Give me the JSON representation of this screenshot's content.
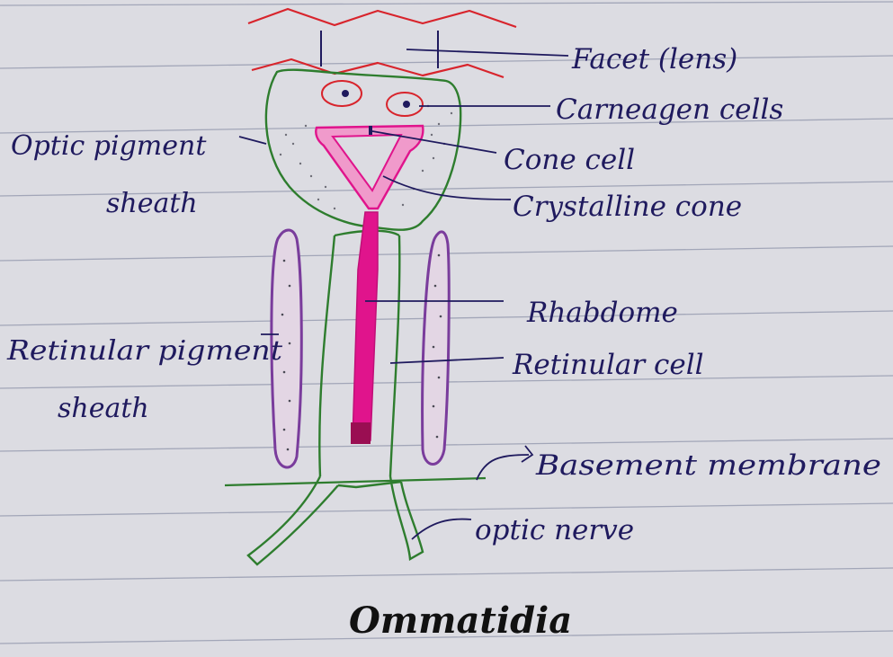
{
  "title": "Ommatidia",
  "labels": {
    "facet": "Facet (lens)",
    "corneagen": "Carneagen cells",
    "optic_pigment_1": "Optic pigment",
    "optic_pigment_2": "sheath",
    "cone_cell": "Cone cell",
    "crystalline_cone": "Crystalline cone",
    "rhabdome": "Rhabdome",
    "retinular_pigment_1": "Retinular pigment",
    "retinular_pigment_2": "sheath",
    "retinular_cell": "Retinular cell",
    "basement_membrane": "Basement membrane",
    "optic_nerve": "optic nerve"
  },
  "colors": {
    "paper": "#dcdce2",
    "ruled_line": "#a2a6b8",
    "ink": "#1f1a5e",
    "lens_red": "#d8242c",
    "cell_green": "#2e7d2e",
    "rhabdome_magenta": "#e0148c",
    "sheath_purple": "#7a3c9c",
    "sheath_fill": "#e3d6e4"
  }
}
